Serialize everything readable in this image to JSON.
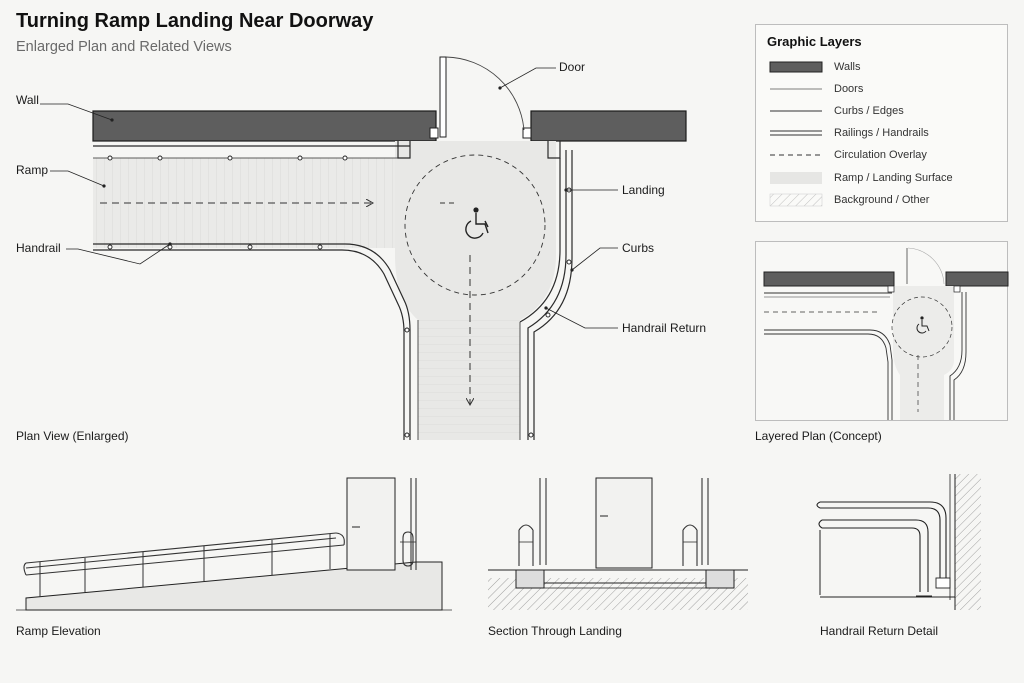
{
  "title": "Turning Ramp Landing Near Doorway",
  "subtitle": "Enlarged Plan and Related Views",
  "plan": {
    "caption": "Plan View (Enlarged)",
    "callouts": {
      "wall": "Wall",
      "ramp": "Ramp",
      "handrail": "Handrail",
      "door": "Door",
      "landing": "Landing",
      "curbs": "Curbs",
      "handrail_return": "Handrail Return"
    },
    "accessibility_symbol": "wheelchair-icon"
  },
  "legend": {
    "title": "Graphic Layers",
    "items": [
      {
        "label": "Walls",
        "swatch": "wall-fill"
      },
      {
        "label": "Doors",
        "swatch": "thin-line"
      },
      {
        "label": "Curbs / Edges",
        "swatch": "medium-line"
      },
      {
        "label": "Railings / Handrails",
        "swatch": "double-line"
      },
      {
        "label": "Circulation Overlay",
        "swatch": "dashed-line"
      },
      {
        "label": "Ramp / Landing Surface",
        "swatch": "light-fill"
      },
      {
        "label": "Background / Other",
        "swatch": "hatch"
      }
    ]
  },
  "views": {
    "layered_plan": "Layered Plan (Concept)",
    "ramp_elevation": "Ramp Elevation",
    "section": "Section Through Landing",
    "return_detail": "Handrail Return Detail"
  },
  "colors": {
    "wall": "#5e5e5e",
    "surface": "#e8e8e6",
    "line": "#2a2a2a",
    "background": "#f6f6f4"
  }
}
